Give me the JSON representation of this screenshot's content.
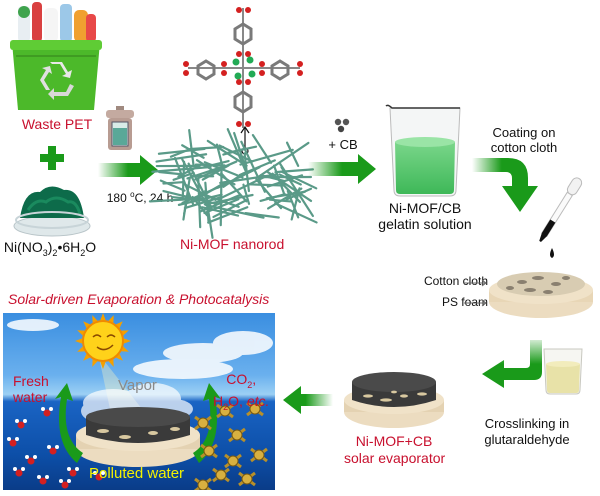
{
  "colors": {
    "arrow_green": "#1a9a1a",
    "label_red": "#c8102e",
    "label_black": "#111111",
    "nanorod_teal": "#5a9a88",
    "solution_green": "#5ec86a",
    "glutaraldehyde_yellow": "#e8e2a8",
    "foam_beige": "#ecdcc0",
    "evaporator_black": "#3a3a3a",
    "sky_blue": "#3a8ee0",
    "sea_blue": "#0d4fa8",
    "polluted_label_yellow": "#f4f200"
  },
  "step1": {
    "waste_pet_label": "Waste PET",
    "plus_icon": "plus",
    "nickel_salt_label_parts": [
      "Ni(NO",
      "3",
      ")",
      "2",
      "•6H",
      "2",
      "O"
    ]
  },
  "step2": {
    "condition_label": "180 °C, 24 h",
    "condition_temp": "180",
    "condition_unit_sup": "o",
    "condition_rest": "C, 24 h",
    "product_label": "Ni-MOF nanorod"
  },
  "step3": {
    "additive_label": "+ CB",
    "solution_label_line1": "Ni-MOF/CB",
    "solution_label_line2": "gelatin solution"
  },
  "step4": {
    "coating_label_line1": "Coating on",
    "coating_label_line2": "cotton cloth",
    "cotton_label": "Cotton cloth",
    "foam_label": "PS foam"
  },
  "step5": {
    "crosslink_label_line1": "Crosslinking in",
    "crosslink_label_line2": "glutaraldehyde"
  },
  "step6": {
    "evaporator_label_line1": "Ni-MOF+CB",
    "evaporator_label_line2": "solar evaporator"
  },
  "application": {
    "title": "Solar-driven Evaporation & Photocatalysis",
    "vapor_label": "Vapor",
    "fresh_water_line1": "Fresh",
    "fresh_water_line2": "water",
    "products_co2": "CO",
    "products_co2_sub": "2",
    "products_comma": ",",
    "products_h2o_h": "H",
    "products_h2o_sub": "2",
    "products_h2o_o": "O, ",
    "products_etc": "etc.",
    "polluted_label": "Polluted water"
  }
}
